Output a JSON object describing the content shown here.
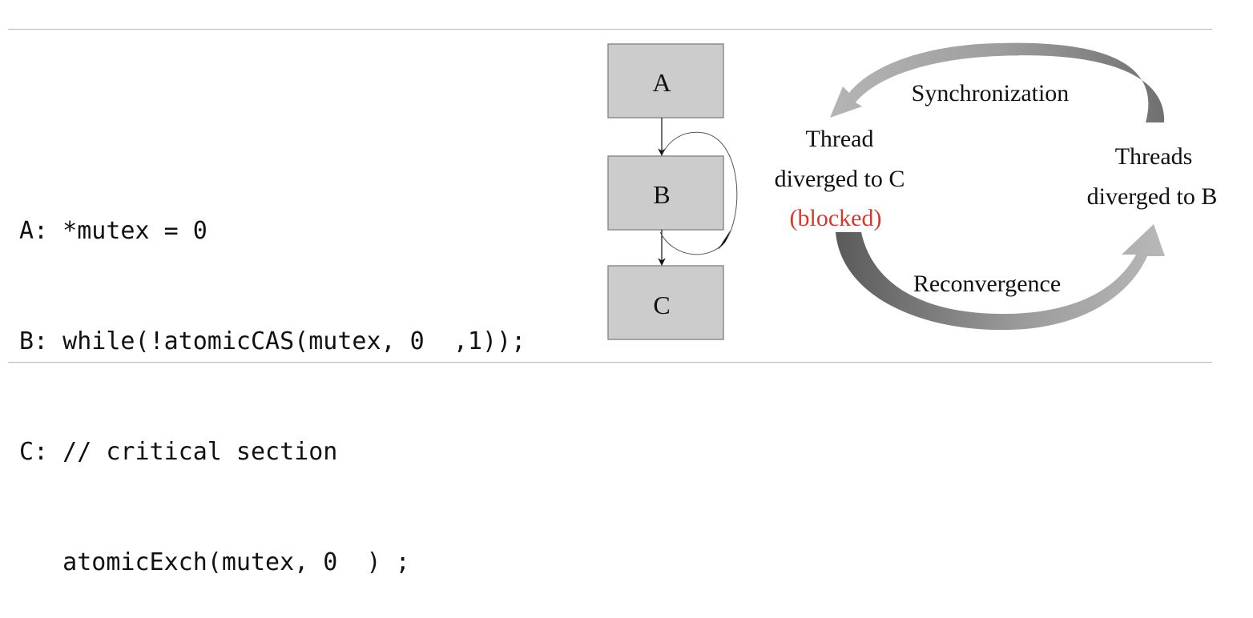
{
  "code": {
    "lines": [
      "A: *mutex = 0",
      "B: while(!atomicCAS(mutex, 0  ,1));",
      "C: // critical section",
      "   atomicExch(mutex, 0  ) ;"
    ]
  },
  "flow": {
    "blocks": [
      "A",
      "B",
      "C"
    ]
  },
  "cycle": {
    "left_state_line1": "Thread",
    "left_state_line2": "diverged to C",
    "left_state_status": "(blocked)",
    "right_state_line1": "Threads",
    "right_state_line2": "diverged to B",
    "top_arrow_label": "Synchronization",
    "bottom_arrow_label": "Reconvergence"
  },
  "colors": {
    "block_fill": "#cccccc",
    "block_stroke": "#8c8c8c",
    "blocked_text": "#d33a2c",
    "arrow_dark": "#5f5f5f",
    "arrow_light": "#a8a8a8"
  }
}
